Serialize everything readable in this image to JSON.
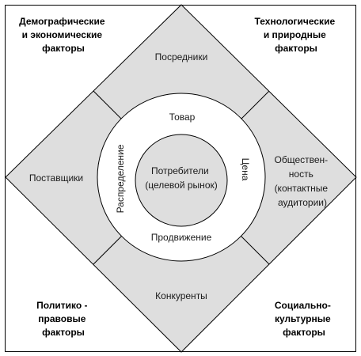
{
  "corners": {
    "top_left": [
      "Демографические",
      "и экономические",
      "факторы"
    ],
    "top_right": [
      "Технологические",
      "и природные",
      "факторы"
    ],
    "bottom_left": [
      "Политико -",
      "правовые",
      "факторы"
    ],
    "bottom_right": [
      "Социально-",
      "культурные",
      "факторы"
    ]
  },
  "sectors": {
    "top": "Посредники",
    "left": "Поставщики",
    "right": [
      "Обществен-",
      "ность",
      "(контактные",
      "аудитории)"
    ],
    "bottom": "Конкуренты"
  },
  "ring": {
    "top": "Товар",
    "left": "Распределение",
    "right": "Цена",
    "bottom": "Продвижение"
  },
  "center": [
    "Потребители",
    "(целевой рынок)"
  ],
  "colors": {
    "diamond_fill": "#dedede",
    "ring_fill": "#ffffff",
    "center_fill": "#dedede",
    "stroke": "#000000"
  }
}
